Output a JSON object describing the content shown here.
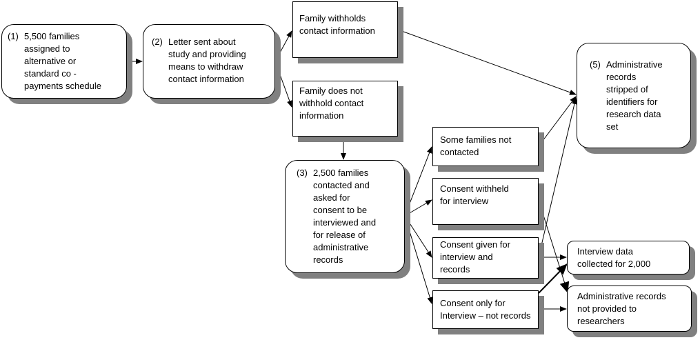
{
  "boxes": {
    "b1": {
      "number": "(1)",
      "lines": [
        "5,500 families",
        "assigned to",
        "alternative or",
        "standard co -",
        "payments schedule"
      ]
    },
    "b2": {
      "number": "(2)",
      "lines": [
        "Letter sent about",
        "study and providing",
        "means to withdraw",
        "contact information"
      ]
    },
    "withholds": {
      "lines": [
        "Family withholds",
        "contact information"
      ]
    },
    "not_withhold": {
      "lines": [
        "Family does not",
        "withhold contact",
        "information"
      ]
    },
    "b3": {
      "number": "(3)",
      "lines": [
        "2,500 families",
        "contacted and",
        "asked for",
        "consent to be",
        "interviewed and",
        "for release of",
        "administrative",
        "records"
      ]
    },
    "not_contacted": {
      "lines": [
        "Some families not",
        "contacted"
      ]
    },
    "consent_withheld": {
      "lines": [
        "Consent withheld",
        "for interview"
      ]
    },
    "consent_given": {
      "lines": [
        "Consent given for",
        "interview and",
        "records"
      ]
    },
    "consent_interview_only": {
      "lines": [
        "Consent only for",
        "Interview – not records"
      ]
    },
    "b5": {
      "number": "(5)",
      "lines": [
        "Administrative",
        "records",
        "stripped of",
        "identifiers for",
        "research data",
        "set"
      ]
    },
    "interview_data": {
      "lines": [
        "Interview data",
        "collected for 2,000"
      ]
    },
    "records_not_provided": {
      "lines": [
        "Administrative records",
        "not provided to",
        "researchers"
      ]
    }
  }
}
